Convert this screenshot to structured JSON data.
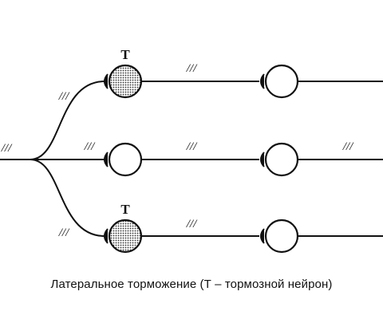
{
  "diagram": {
    "caption": "Латеральное торможение (Т – тормозной нейрон)",
    "inhibitory_label": "Т",
    "excitation_mark": "///",
    "colors": {
      "line": "#111111",
      "background": "#ffffff",
      "inhibitory_fill": "#cfcfcf"
    },
    "rows": [
      {
        "name": "top",
        "first_neuron": "inhibitory",
        "second_neuron": "excitatory",
        "marks": [
          "branch",
          "segment1"
        ]
      },
      {
        "name": "middle",
        "first_neuron": "excitatory",
        "second_neuron": "excitatory",
        "marks": [
          "branch",
          "segment1",
          "segment2"
        ]
      },
      {
        "name": "bottom",
        "first_neuron": "inhibitory",
        "second_neuron": "excitatory",
        "marks": [
          "branch",
          "segment1"
        ]
      }
    ],
    "input_mark": "input"
  }
}
